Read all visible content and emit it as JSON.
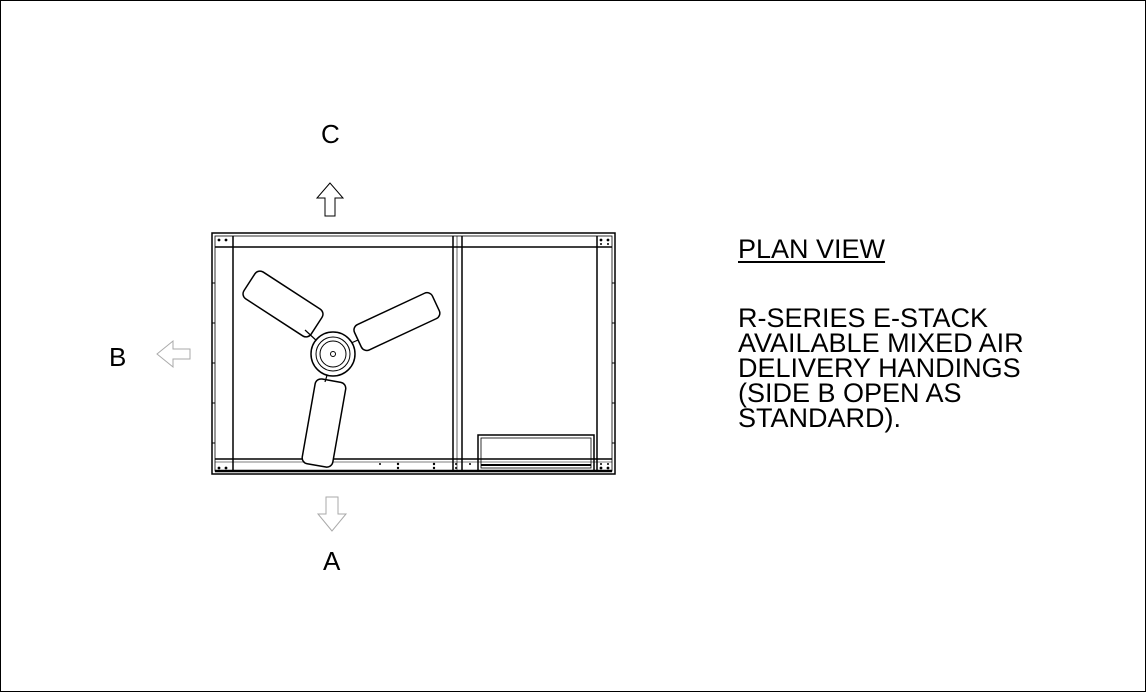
{
  "labels": {
    "c": "C",
    "b": "B",
    "a": "A"
  },
  "title": "PLAN VIEW",
  "description": [
    "R-SERIES E-STACK",
    "AVAILABLE MIXED AIR",
    "DELIVERY HANDINGS",
    "(SIDE B OPEN AS",
    "STANDARD)."
  ],
  "colors": {
    "line": "#000000",
    "inactive_arrow": "#aaaaaa",
    "background": "#ffffff"
  }
}
